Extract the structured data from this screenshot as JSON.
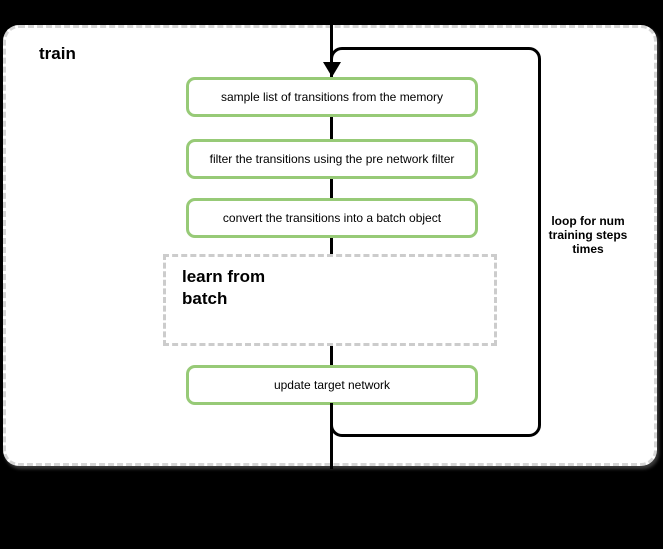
{
  "diagram": {
    "title": "train",
    "steps": [
      {
        "label": "sample list of transitions from the memory"
      },
      {
        "label": "filter the transitions using the pre network filter"
      },
      {
        "label": "convert the transitions into a batch object"
      }
    ],
    "sub_process": {
      "label": "learn from batch",
      "lines": [
        "learn from",
        "batch"
      ]
    },
    "final_step": {
      "label": "update target network"
    },
    "loop": {
      "label": "loop for num training steps times",
      "lines": [
        "loop for num",
        "training steps",
        "times"
      ]
    }
  },
  "colors": {
    "background": "#000000",
    "container_fill": "#ffffff",
    "container_border": "#d5d5d5",
    "step_border": "#97ca77",
    "subprocess_border": "#cccccc",
    "loop_border": "#000000",
    "text": "#000000"
  }
}
